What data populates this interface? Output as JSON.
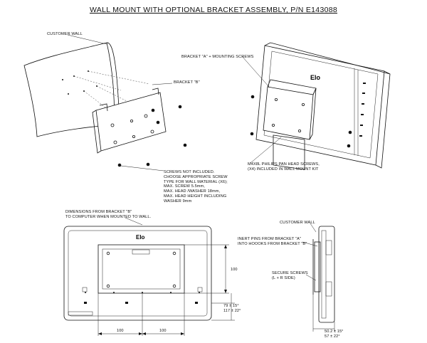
{
  "title": "WALL MOUNT WITH OPTIONAL BRACKET ASSEMBLY, P/N E143088",
  "callouts": {
    "customer_wall_top": "CUSTOMER WALL",
    "bracket_a": "BRACKET \"A\" + MOUNTING SCREWS",
    "bracket_b": "BRACKET \"B\"",
    "screws_note": [
      "SCREWS NOT INCLUDED.",
      "CHOOSE APPROPRIATE SCREW",
      "TYPE FOR WALL MATERIAL (X6);",
      "MAX. SCREW 5.5mm,",
      "MAX. HEAD /WASHER 18mm,",
      "MAX. HEAD HEIGHT INCLUDING",
      "WASHER 9mm"
    ],
    "m4_note": [
      "M4X8L PHILIPS PAN HEAD SCREWS,",
      "(X4) INCLUDED IN WALL MOUNT KIT"
    ],
    "dimensions_note": [
      "DIMENSIONS FROM BRACKET \"B\"",
      "TO COMPUTER WHEN MOUNTED TO WALL."
    ],
    "customer_wall_side": "CUSTOMER WALL",
    "insert_pins": [
      "INERT PINS FROM BRACKET \"A\"",
      "INTO HOOOKS FROM BRACKET \"B\""
    ],
    "secure_screws": [
      "SECURE SCREWS",
      "(L + R SIDE)"
    ]
  },
  "dimensions": {
    "vertical_100": "100",
    "horizontal_100_left": "100",
    "horizontal_100_right": "100",
    "bottom_offset": [
      "79 ± 15°",
      "117 ± 22°"
    ],
    "side_depth": [
      "50.2 ± 15°",
      "57 ± 22°"
    ]
  },
  "logo_text": "Elo"
}
